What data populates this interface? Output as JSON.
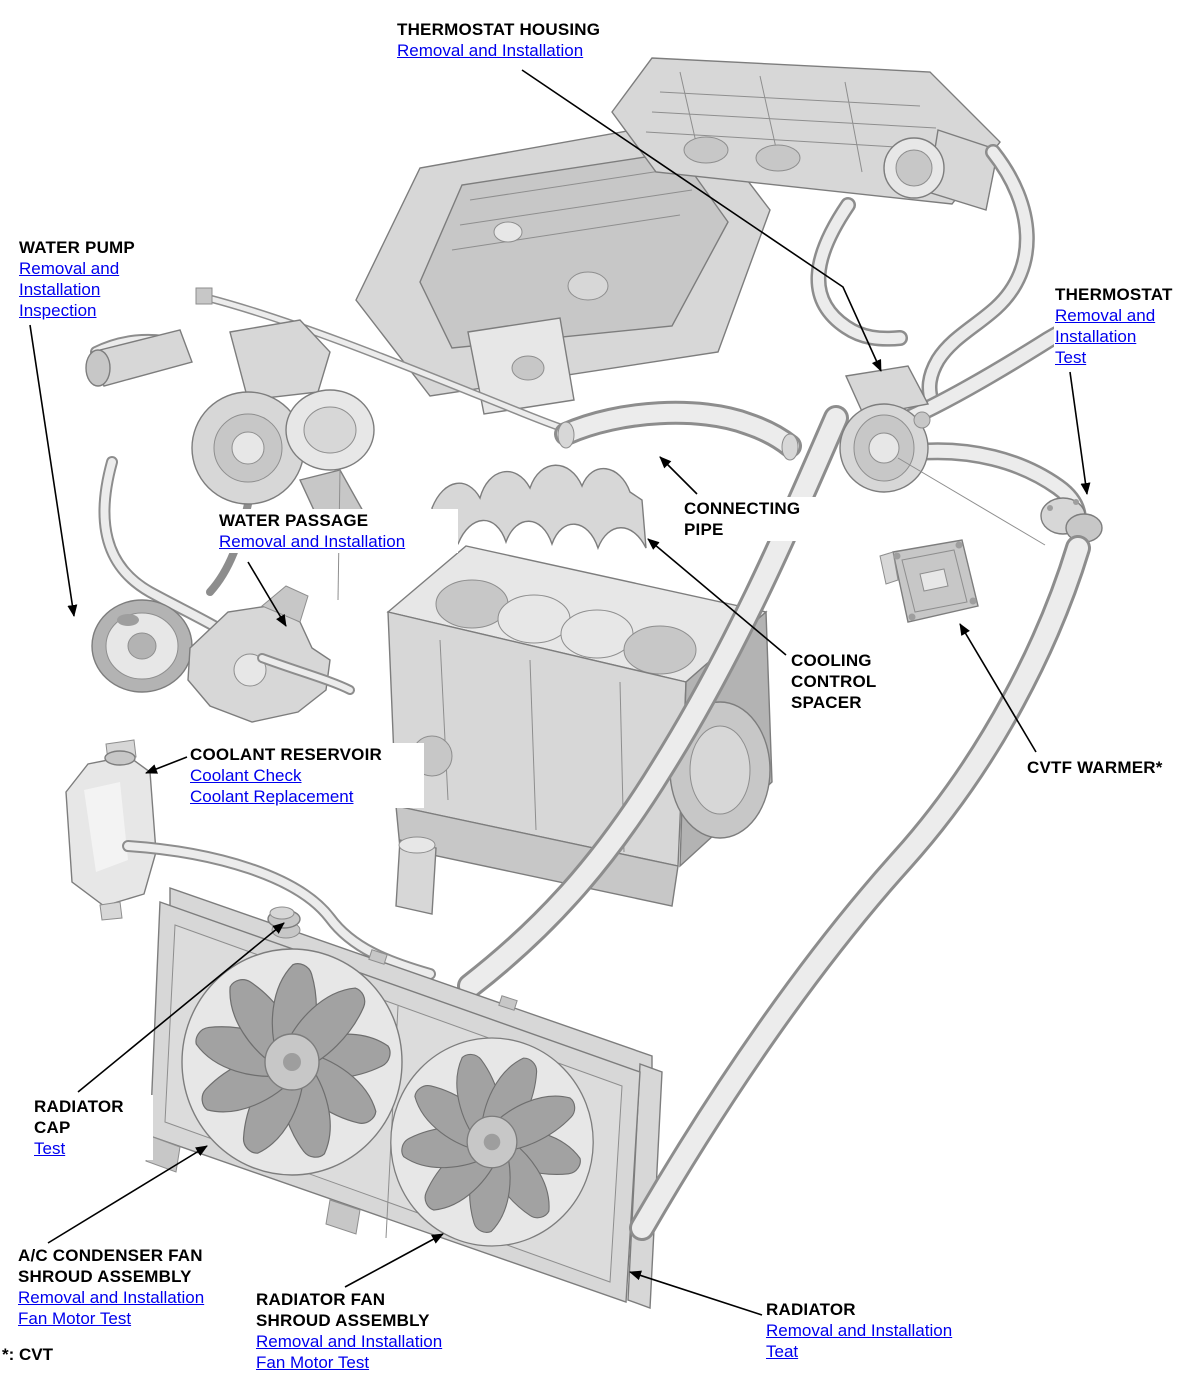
{
  "footnote": "*: CVT",
  "colors": {
    "link_blue": "#0000EE",
    "text_black": "#000000",
    "art_outline": "#7d7d7d",
    "art_light": "#e7e7e7",
    "art_mid": "#d7d7d7",
    "art_dark": "#a9a9a9",
    "leader_black": "#000000"
  },
  "labels": {
    "thermostat_housing": {
      "title_lines": [
        "THERMOSTAT HOUSING"
      ],
      "links": [
        "Removal and Installation"
      ]
    },
    "water_pump": {
      "title_lines": [
        "WATER PUMP"
      ],
      "links": [
        "Removal and Installation",
        "Inspection"
      ]
    },
    "thermostat": {
      "title_lines": [
        "THERMOSTAT"
      ],
      "links": [
        "Removal and Installation",
        "Test"
      ]
    },
    "water_passage": {
      "title_lines": [
        "WATER PASSAGE"
      ],
      "links": [
        "Removal and Installation"
      ]
    },
    "connecting_pipe": {
      "title_lines": [
        "CONNECTING",
        "PIPE"
      ],
      "links": []
    },
    "cooling_control_spacer": {
      "title_lines": [
        "COOLING",
        "CONTROL",
        "SPACER"
      ],
      "links": []
    },
    "cvtf_warmer": {
      "title_lines": [
        "CVTF WARMER*"
      ],
      "links": []
    },
    "coolant_reservoir": {
      "title_lines": [
        "COOLANT RESERVOIR"
      ],
      "links": [
        "Coolant Check",
        "Coolant Replacement"
      ]
    },
    "radiator_cap": {
      "title_lines": [
        "RADIATOR",
        "CAP"
      ],
      "links": [
        "Test"
      ]
    },
    "ac_condenser_fan_shroud": {
      "title_lines": [
        "A/C CONDENSER FAN",
        "SHROUD ASSEMBLY"
      ],
      "links": [
        "Removal and Installation",
        "Fan Motor Test"
      ]
    },
    "radiator_fan_shroud": {
      "title_lines": [
        "RADIATOR FAN",
        "SHROUD ASSEMBLY"
      ],
      "links": [
        "Removal and Installation",
        "Fan Motor Test"
      ]
    },
    "radiator": {
      "title_lines": [
        "RADIATOR"
      ],
      "links": [
        "Removal and Installation",
        "Teat"
      ]
    }
  }
}
